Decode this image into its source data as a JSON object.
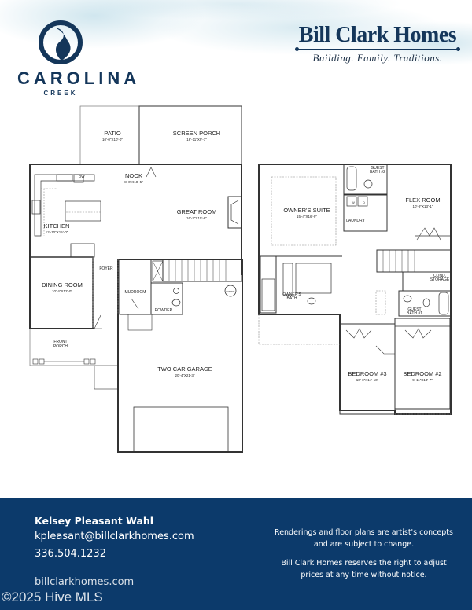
{
  "header": {
    "left_logo": {
      "name": "CAROLINA",
      "sub": "CREEK",
      "icon": "heron-circle-icon",
      "color": "#14365a"
    },
    "right_logo": {
      "name": "Bill Clark Homes",
      "tagline": "Building. Family. Traditions.",
      "color": "#14365a"
    }
  },
  "first_floor": {
    "rooms": [
      {
        "name": "PATIO",
        "dims": "10'-0\"X10'-0\""
      },
      {
        "name": "SCREEN PORCH",
        "dims": "16'-11\"X9'-7\""
      },
      {
        "name": "NOOK",
        "dims": "8'-0\"X10'-5\""
      },
      {
        "name": "GREAT ROOM",
        "dims": "16'-7\"X15'-8\""
      },
      {
        "name": "KITCHEN",
        "dims": "12'-10\"X15'-0\""
      },
      {
        "name": "DINING ROOM",
        "dims": "10'-4\"X12'-0\""
      },
      {
        "name": "FOYER",
        "dims": ""
      },
      {
        "name": "MUDROOM",
        "dims": ""
      },
      {
        "name": "POWDER",
        "dims": ""
      },
      {
        "name": "FRONT PORCH",
        "dims": ""
      },
      {
        "name": "TWO CAR GARAGE",
        "dims": "20'-4\"X21-3\""
      }
    ],
    "fixtures": {
      "dishwasher": "DW",
      "water_heater": "HYBRID"
    }
  },
  "second_floor": {
    "rooms": [
      {
        "name": "OWNER'S SUITE",
        "dims": "15'-4\"X16'-9\""
      },
      {
        "name": "GUEST BATH #2",
        "dims": ""
      },
      {
        "name": "LAUNDRY",
        "dims": ""
      },
      {
        "name": "FLEX ROOM",
        "dims": "10'-9\"X13'-1\""
      },
      {
        "name": "OWNER'S BATH",
        "dims": ""
      },
      {
        "name": "COND. STORAGE",
        "dims": ""
      },
      {
        "name": "GUEST BATH #1",
        "dims": ""
      },
      {
        "name": "BEDROOM #3",
        "dims": "10'-6\"X14'-10\""
      },
      {
        "name": "BEDROOM #2",
        "dims": "9'-11\"X13'-7\""
      }
    ],
    "fixtures": {
      "washer": "W",
      "dryer": "D"
    }
  },
  "footer": {
    "background": "#0c3a6b",
    "agent_name": "Kelsey Pleasant Wahl",
    "email": "kpleasant@billclarkhomes.com",
    "phone": "336.504.1232",
    "website": "billclarkhomes.com",
    "disclaimer_1": "Renderings and floor plans are artist's concepts and are subject to change.",
    "disclaimer_2": "Bill Clark Homes reserves the right to adjust prices at any time without notice."
  },
  "watermark": "©2025 Hive MLS"
}
